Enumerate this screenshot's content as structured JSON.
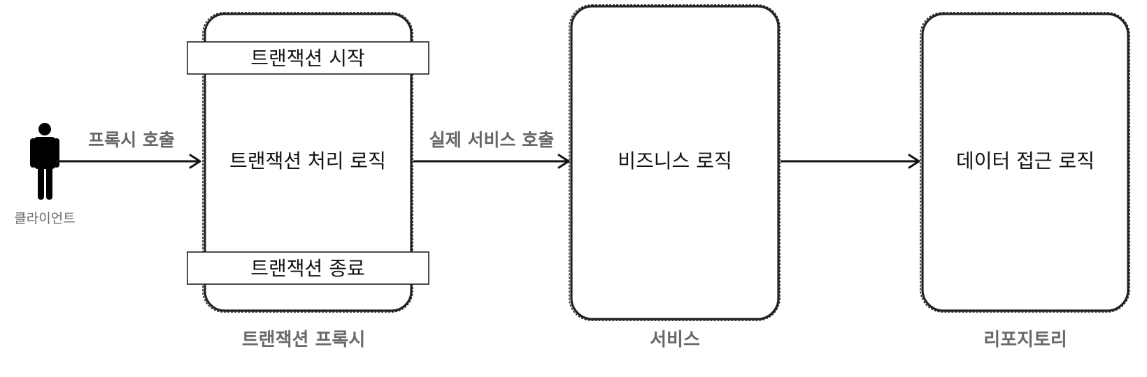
{
  "actor": {
    "label": "클라이언트",
    "icon": "person-icon"
  },
  "edges": {
    "proxy_call": "프록시 호출",
    "real_service_call": "실제 서비스 호출",
    "service_to_repository": ""
  },
  "proxy": {
    "caption": "트랜잭션 프록시",
    "top_bar": "트랜잭션 시작",
    "body": "트랜잭션 처리 로직",
    "bottom_bar": "트랜잭션 종료"
  },
  "service": {
    "caption": "서비스",
    "body": "비즈니스 로직"
  },
  "repository": {
    "caption": "리포지토리",
    "body": "데이터 접근 로직"
  }
}
